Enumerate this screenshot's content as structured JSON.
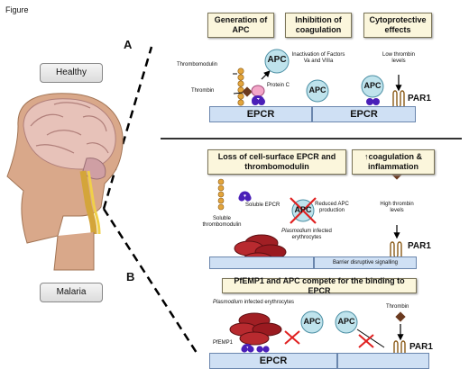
{
  "figure_label": "Figure",
  "labels": {
    "healthy": "Healthy",
    "malaria": "Malaria",
    "panel_a": "A",
    "panel_b": "B"
  },
  "panel_a": {
    "box_generation": "Generation of APC",
    "box_inhibition": "Inhibition of coagulation",
    "box_cytoprotective": "Cytoprotective effects",
    "thrombomodulin": "Thrombomodulin",
    "thrombin": "Thrombin",
    "protein_c": "Protein C",
    "apc": "APC",
    "inactivation": "Inactivation of Factors Va and VIIIa",
    "low_thrombin": "Low thrombin levels",
    "par1": "PAR1",
    "epcr": "EPCR"
  },
  "panel_b_top": {
    "box_loss": "Loss of cell-surface EPCR and thrombomodulin",
    "box_coag": "↑coagulation & inflammation",
    "soluble_thrombomodulin": "Soluble thrombomodulin",
    "soluble_epcr": "Soluble EPCR",
    "apc": "APC",
    "reduced_apc": "Reduced APC production",
    "infected_italic": "Plasmodium",
    "infected_rest": "infected erythrocytes",
    "high_thrombin": "High thrombin levels",
    "par1": "PAR1",
    "barrier": "Barrier disruptive signalling"
  },
  "panel_b_bottom": {
    "box_compete": "PfEMP1 and APC compete for the binding to EPCR",
    "infected_italic": "Plasmodium",
    "infected_rest": "infected erythrocytes",
    "pfemp1": "PfEMP1",
    "apc": "APC",
    "thrombin": "Thrombin",
    "par1": "PAR1",
    "epcr": "EPCR"
  },
  "colors": {
    "bar_fill": "#cfe0f4",
    "apc_fill": "#bfe3ec",
    "box_fill": "#fbf6dc",
    "thrombin_brown": "#6b3a1f",
    "erythrocyte_red": "#a11f24",
    "epcr_purple": "#4a1fb8",
    "cross_red": "#e02020"
  }
}
